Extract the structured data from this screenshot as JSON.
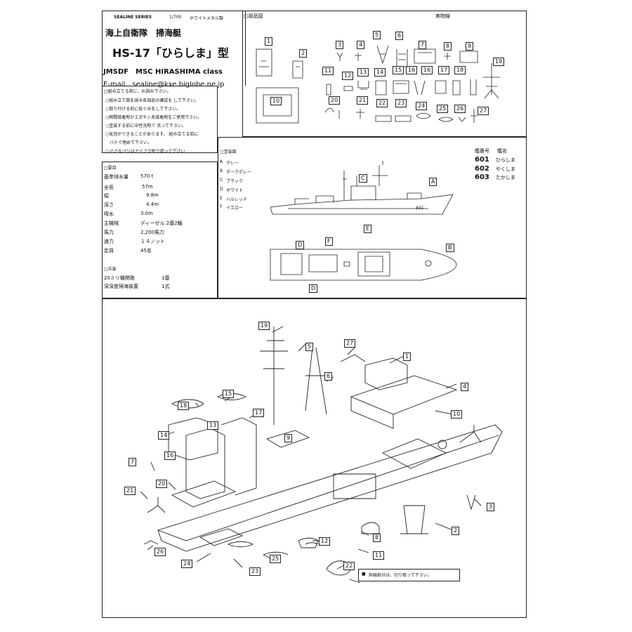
{
  "header": {
    "series": "SEALINE SERIES",
    "scale": "1/700",
    "material": "ホワイトメタル製",
    "subtitle_jp": "海上自衛隊　掃海艇",
    "title": "HS-17「ひらしま」型",
    "subtitle_en": "JMSDF　MSC HIRASHIMA class",
    "email": "E-mail　sealine@kxe.biglobe.ne.jp"
  },
  "notes": {
    "heading": "□組み立てる前に、お読み下さい。",
    "lines": [
      "○組み立て図を読み各部品の確認を して下さい。",
      "○取り付ける前に仮ぐみをして下さい。",
      "○瞬間接着剤かエポキシ系接着剤をご使用下さい。",
      "○塗装する前に中性洗剤で 洗って下さい。",
      "○気泡ができることがあります。 組み立てる前に",
      "　パテで埋めて下さい。",
      "○小さなパリはナイフで削り取って下さい"
    ]
  },
  "parts_list": {
    "heading": "□部品図",
    "scale_label": "実物線",
    "labels": [
      "1",
      "2",
      "3",
      "4",
      "5",
      "6",
      "7",
      "8",
      "9",
      "10",
      "11",
      "12",
      "13",
      "14",
      "15",
      "16",
      "16",
      "17",
      "18",
      "19",
      "20",
      "21",
      "22",
      "23",
      "24",
      "25",
      "26",
      "27"
    ]
  },
  "specs": {
    "heading": "□要目",
    "rows": [
      {
        "label": "基準排水量",
        "value": "570 t"
      },
      {
        "label": "全長",
        "value": "57m"
      },
      {
        "label": "幅",
        "value": "9.8m"
      },
      {
        "label": "深さ",
        "value": "4.4m"
      },
      {
        "label": "喫水",
        "value": "3.0m"
      },
      {
        "label": "主機械",
        "value": "ディーゼル 2基2軸"
      },
      {
        "label": "馬力",
        "value": "2,200馬力"
      },
      {
        "label": "速力",
        "value": "１４ノット"
      },
      {
        "label": "定員",
        "value": "45名"
      }
    ],
    "armament_heading": "□兵装",
    "armament": [
      {
        "label": "20ミリ機関砲",
        "value": "1基"
      },
      {
        "label": "深深度掃海装置",
        "value": "1式"
      }
    ]
  },
  "paint": {
    "heading": "□塗装図",
    "colors": [
      {
        "key": "A",
        "name": "グレー"
      },
      {
        "key": "B",
        "name": "ダークグレー"
      },
      {
        "key": "C",
        "name": "ブラック"
      },
      {
        "key": "D",
        "name": "ホワイト"
      },
      {
        "key": "E",
        "name": "ハルレッド"
      },
      {
        "key": "F",
        "name": "イエロー"
      }
    ],
    "hull_number_text": "601",
    "callouts": [
      "A",
      "B",
      "C",
      "D",
      "D",
      "E",
      "F"
    ]
  },
  "ships": {
    "header_number": "艦番号",
    "header_name": "艦名",
    "rows": [
      {
        "number": "601",
        "name": "ひらしま"
      },
      {
        "number": "602",
        "name": "やくしま"
      },
      {
        "number": "603",
        "name": "たかしま"
      }
    ]
  },
  "assembly": {
    "labels": [
      "19",
      "5",
      "27",
      "1",
      "6",
      "4",
      "10",
      "15",
      "18",
      "17",
      "14",
      "13",
      "9",
      "16",
      "7",
      "21",
      "20",
      "3",
      "2",
      "12",
      "8",
      "11",
      "26",
      "24",
      "25",
      "23",
      "22"
    ],
    "footnote": "斜線部分は、切り取って下さい。"
  }
}
